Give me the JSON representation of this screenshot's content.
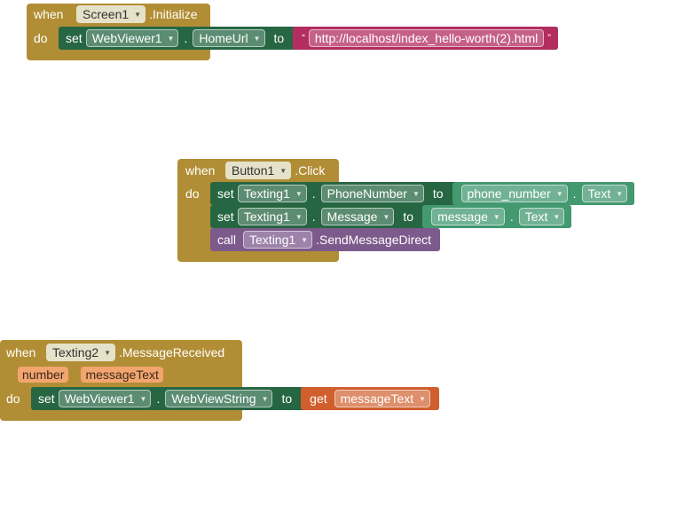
{
  "common": {
    "when": "when",
    "do": "do",
    "set": "set",
    "to": "to",
    "call": "call",
    "get": "get",
    "dot": "."
  },
  "blocks": [
    {
      "event_component": "Screen1",
      "event_name": ".Initialize",
      "set_component": "WebViewer1",
      "set_property": "HomeUrl",
      "string_open": "“",
      "string_value": "http://localhost/index_hello-worth(2).html",
      "string_close": "”"
    },
    {
      "event_component": "Button1",
      "event_name": ".Click",
      "stmt1": {
        "component": "Texting1",
        "property": "PhoneNumber",
        "value_component": "phone_number",
        "value_property": "Text"
      },
      "stmt2": {
        "component": "Texting1",
        "property": "Message",
        "value_component": "message",
        "value_property": "Text"
      },
      "stmt3": {
        "component": "Texting1",
        "method": ".SendMessageDirect"
      }
    },
    {
      "event_component": "Texting2",
      "event_name": ".MessageReceived",
      "params": [
        "number",
        "messageText"
      ],
      "set_component": "WebViewer1",
      "set_property": "WebViewString",
      "get_variable": "messageText"
    }
  ],
  "colors": {
    "event": "#b18e35",
    "setter": "#266643",
    "component": "#439970",
    "text": "#b32d5e",
    "procedure": "#7d5a8c",
    "variable": "#d05f2d",
    "param": "#f2a56f"
  }
}
